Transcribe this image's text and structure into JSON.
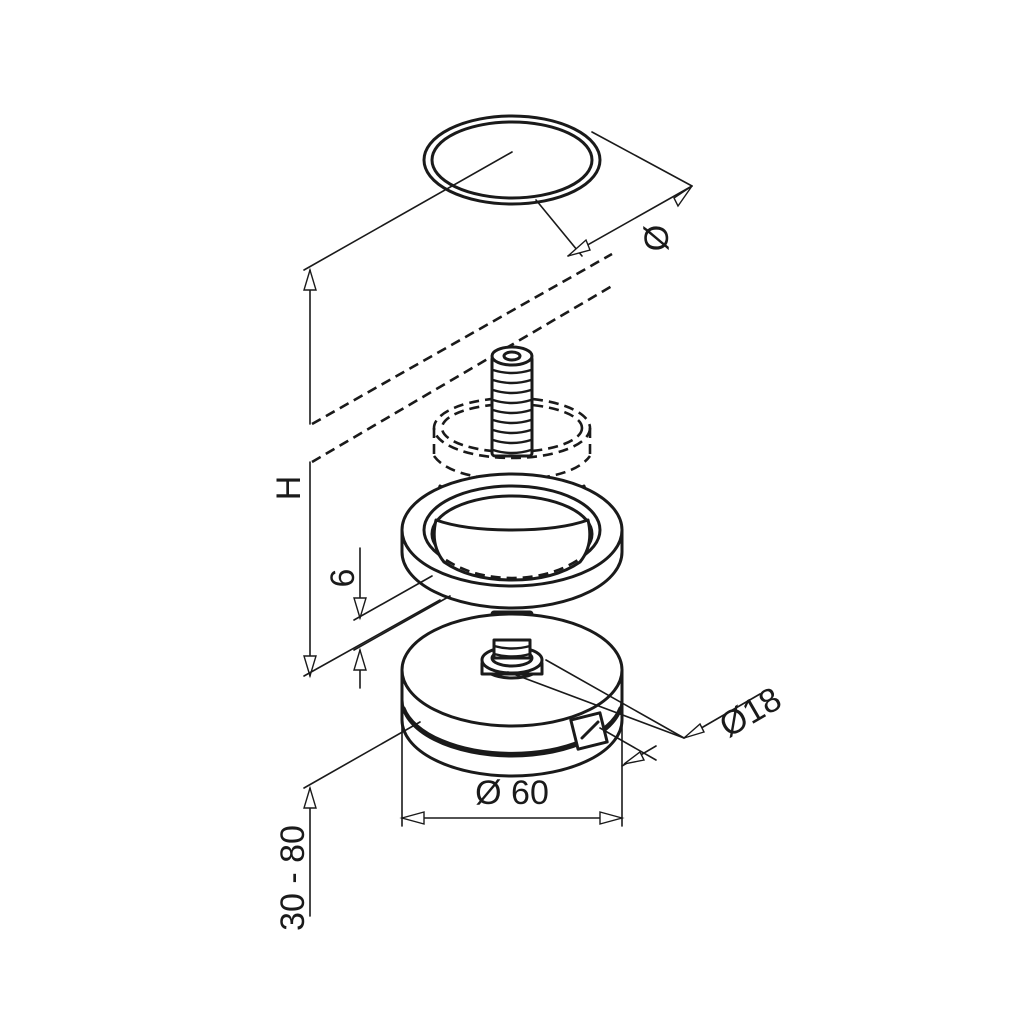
{
  "dimensions": {
    "top_ring_diameter": "Ø",
    "height": "H",
    "gap": "6",
    "bolt_diameter": "Ø18",
    "base_diameter": "Ø 60",
    "adjustment_range": "30 - 80"
  },
  "colors": {
    "line": "#1a1a1a",
    "background": "#ffffff"
  }
}
